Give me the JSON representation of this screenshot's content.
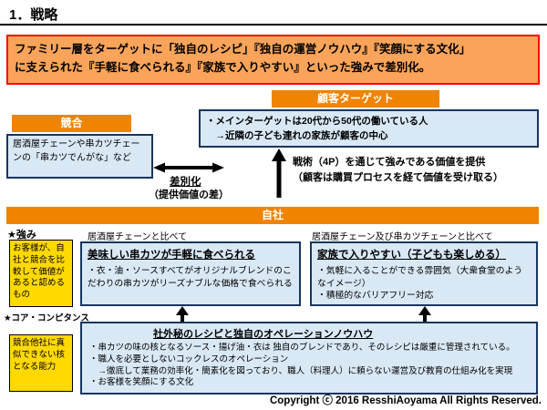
{
  "page": {
    "title": "1．戦略",
    "copyright": "Copyright ⓒ 2016 ResshiAoyama All Rights Reserved."
  },
  "headline": {
    "text": "ファミリー層をターゲットに「独自のレシピ」『独自の運営ノウハウ』『笑顔にする文化」\nに支えられた『手軽に食べられる』『家族で入りやすい』といった強みで差別化。"
  },
  "customer_target": {
    "header": "顧客ターゲット",
    "body": "・メインターゲットは20代から50代の働いている人\n　→近隣の子ども連れの家族が顧客の中心"
  },
  "competitor": {
    "header": "競合",
    "body": "居酒屋チェーンや串カツチェーンの「串カツでんがな」など"
  },
  "differentiation": {
    "label": "差別化",
    "sublabel": "（提供価値の差）"
  },
  "tactics_note": "戦術（4P）を通じて強みである価値を提供\n（顧客は購買プロセスを経て価値を受け取る）",
  "company": {
    "header": "自社"
  },
  "strengths": {
    "label": "★強み",
    "definition": "お客様が、自社と競合を比較して価値があると認めるもの",
    "items": [
      {
        "compare": "居酒屋チェーンと比べて",
        "title": "美味しい串カツが手軽に食べられる",
        "body": "・衣・油・ソースすべてがオリジナルブレンドのこだわりの串カツがリーズナブルな価格で食べられる"
      },
      {
        "compare": "居酒屋チェーン及び串カツチェーンと比べて",
        "title": "家族で入りやすい（子どもも楽しめる）",
        "body": "・気軽に入ることができる雰囲気（大衆食堂のようなイメージ）\n・積極的なバリアフリー対応"
      }
    ]
  },
  "core_competence": {
    "label": "★コア・コンピタンス",
    "definition": "競合他社に真似できない核となる能力",
    "title": "社外秘のレシピと独自のオペレーションノウハウ",
    "body": "・串カツの味の核となるソース・揚げ油・衣は 独自のブレンドであり、そのレシピは厳重に管理されている。\n・職人を必要としないコックレスのオペレーション\n　→徹底して業務の効率化・簡素化を図っており、職人（料理人）に頼らない運営及び教育の仕組み化を実現\n・お客様を笑顔にする文化"
  }
}
